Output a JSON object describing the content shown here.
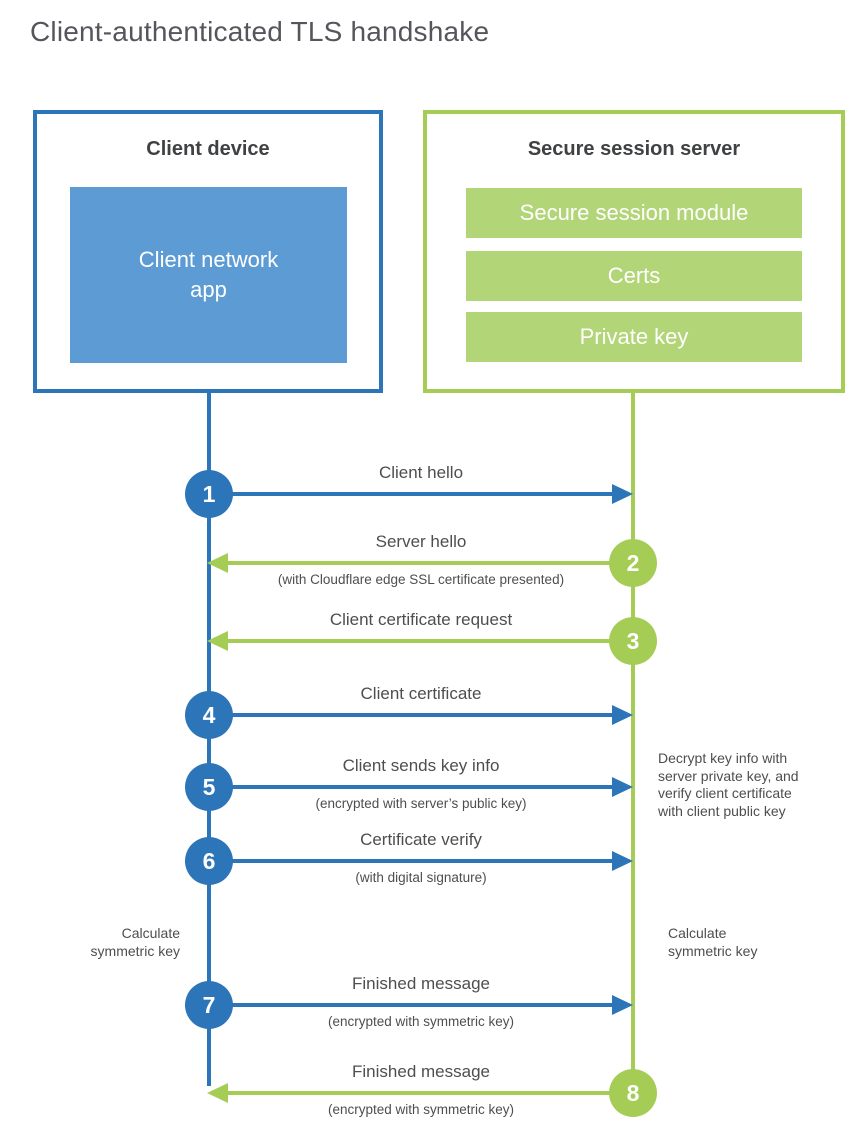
{
  "title": "Client-authenticated TLS handshake",
  "client_box": {
    "title": "Client device",
    "module": "Client network\napp"
  },
  "server_box": {
    "title": "Secure session server",
    "modules": [
      "Secure session module",
      "Certs",
      "Private key"
    ]
  },
  "steps": [
    {
      "num": "1",
      "from": "client",
      "label": "Client hello",
      "sub": ""
    },
    {
      "num": "2",
      "from": "server",
      "label": "Server hello",
      "sub": "(with Cloudflare edge SSL certificate presented)"
    },
    {
      "num": "3",
      "from": "server",
      "label": "Client certificate request",
      "sub": ""
    },
    {
      "num": "4",
      "from": "client",
      "label": "Client certificate",
      "sub": ""
    },
    {
      "num": "5",
      "from": "client",
      "label": "Client sends key info",
      "sub": "(encrypted with server’s public key)"
    },
    {
      "num": "6",
      "from": "client",
      "label": "Certificate verify",
      "sub": "(with digital signature)"
    },
    {
      "num": "7",
      "from": "client",
      "label": "Finished message",
      "sub": "(encrypted with symmetric key)"
    },
    {
      "num": "8",
      "from": "server",
      "label": "Finished message",
      "sub": "(encrypted with symmetric key)"
    }
  ],
  "annotations": {
    "server_note": "Decrypt key info with\nserver private key, and\nverify client certificate\nwith client public key",
    "client_calc": "Calculate\nsymmetric key",
    "server_calc": "Calculate\nsymmetric key"
  },
  "colors": {
    "blue": "#2D75B9",
    "blue_light": "#5C9BD3",
    "green": "#A5CD55",
    "green_light": "#B2D577",
    "text": "#4D4E50"
  }
}
